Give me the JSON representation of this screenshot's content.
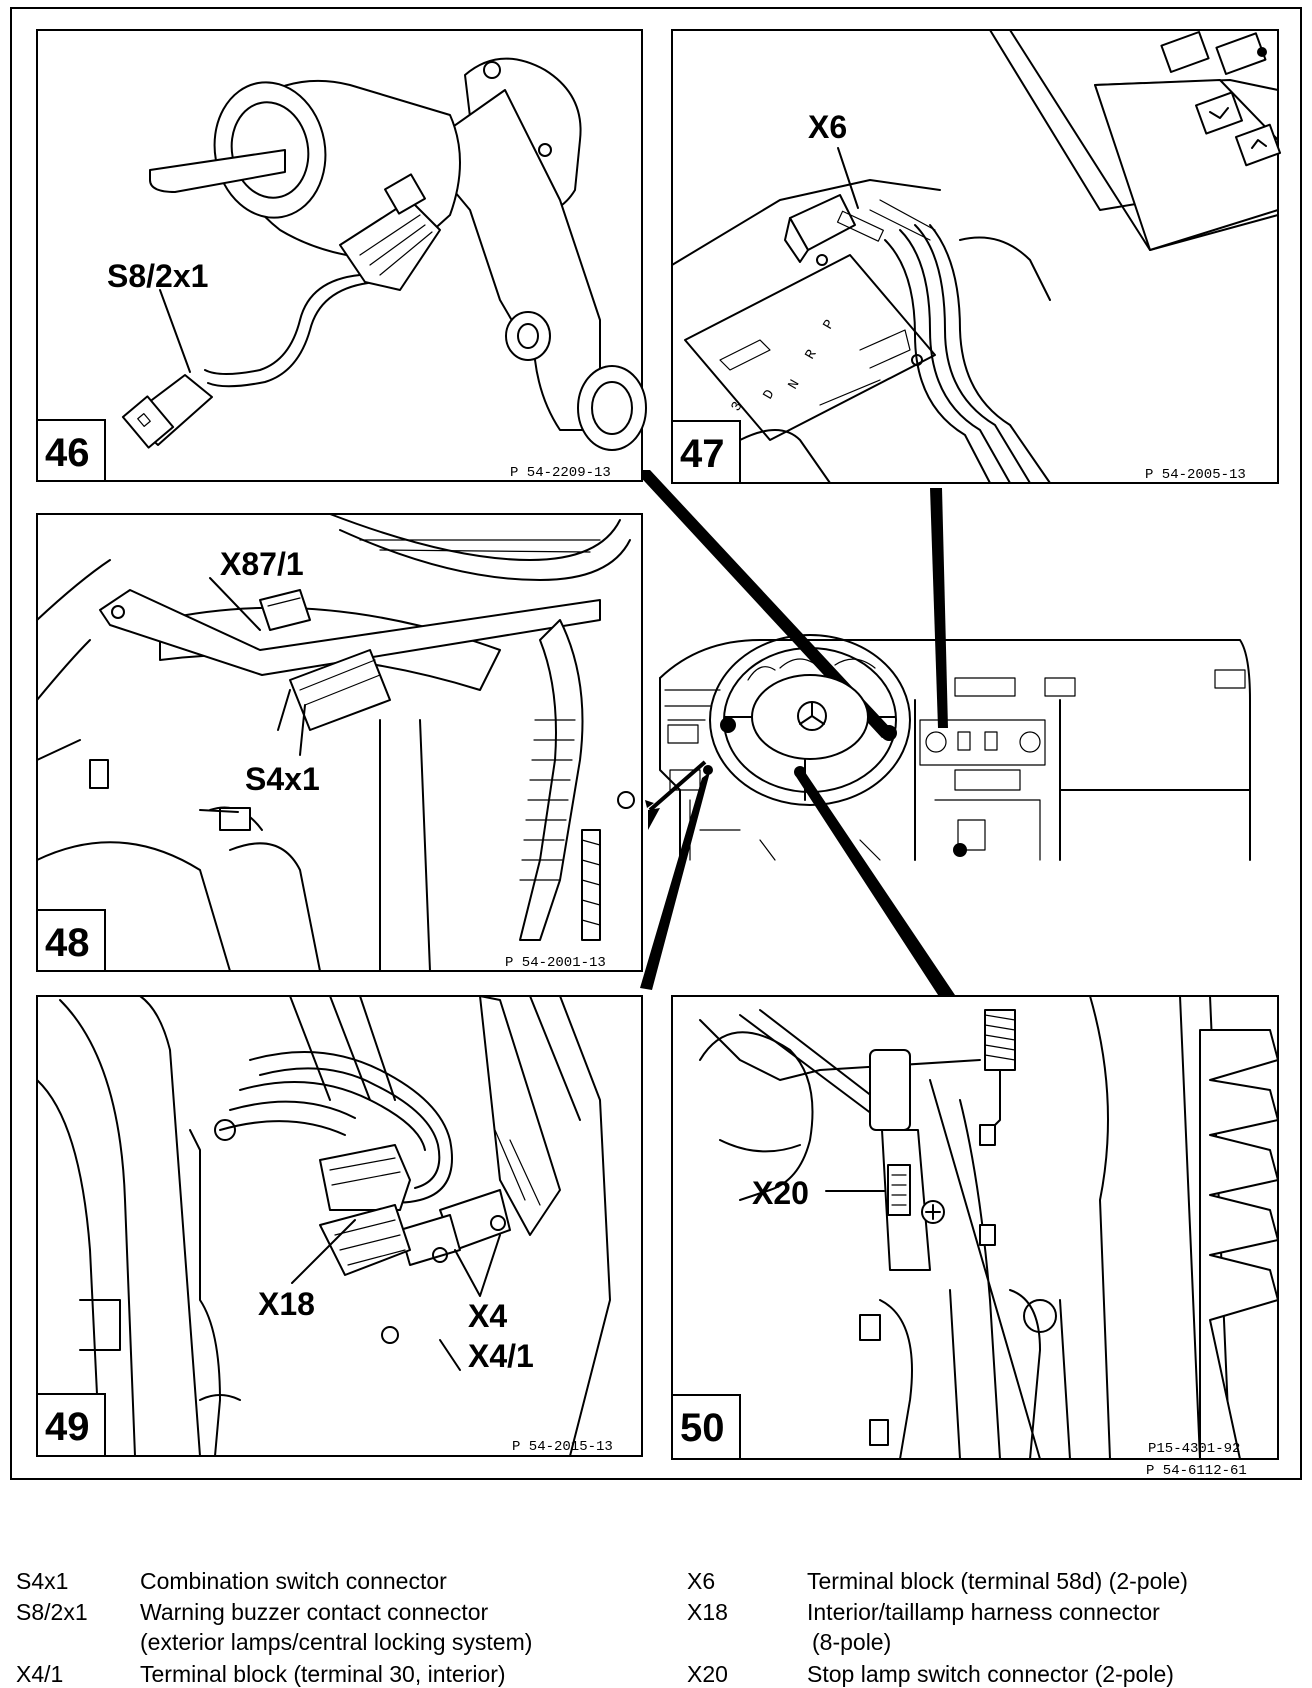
{
  "panels": [
    {
      "number": "46",
      "ref": "P 54-2209-13",
      "labels": [
        "S8/2x1"
      ]
    },
    {
      "number": "47",
      "ref": "P 54-2005-13",
      "labels": [
        "X6"
      ]
    },
    {
      "number": "48",
      "ref": "P 54-2001-13",
      "labels": [
        "X87/1",
        "S4x1"
      ]
    },
    {
      "number": "49",
      "ref": "P 54-2015-13",
      "labels": [
        "X18",
        "X4",
        "X4/1"
      ]
    },
    {
      "number": "50",
      "ref": "P15-4301-92",
      "labels": [
        "X20"
      ]
    }
  ],
  "figure_ref": "P 54-6112-61",
  "legend": {
    "left": [
      {
        "code": "S4x1",
        "desc": "Combination switch connector"
      },
      {
        "code": "S8/2x1",
        "desc": "Warning buzzer contact connector",
        "desc2": "(exterior lamps/central locking system)"
      },
      {
        "code": "X4/1",
        "desc": "Terminal block (terminal 30, interior)"
      }
    ],
    "right": [
      {
        "code": "X6",
        "desc": "Terminal block (terminal 58d) (2-pole)"
      },
      {
        "code": "X18",
        "desc": "Interior/taillamp harness connector",
        "desc2": "(8-pole)"
      },
      {
        "code": "X20",
        "desc": "Stop lamp switch connector (2-pole)"
      }
    ]
  }
}
